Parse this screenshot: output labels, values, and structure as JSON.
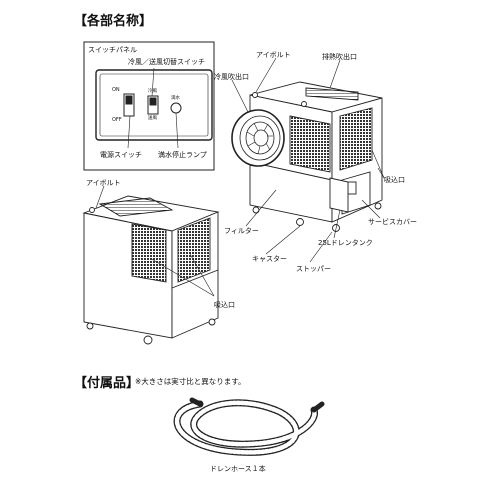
{
  "headings": {
    "parts": "【各部名称】",
    "accessories": "【付属品】",
    "accessories_note": "※大きさは実寸比と異なります。"
  },
  "switch_panel": {
    "title": "スイッチパネル",
    "on": "ON",
    "off": "OFF",
    "sw_cool": "冷風",
    "sw_fan": "送風",
    "lamp_text": "満水"
  },
  "labels": {
    "mode_switch": "冷風／送風切替スイッチ",
    "power_switch": "電源スイッチ",
    "full_lamp": "満水停止ランプ",
    "cool_outlet": "冷風吹出口",
    "eyebolt_right": "アイボルト",
    "exhaust_outlet": "排熱吹出口",
    "intake_right": "吸込口",
    "service_cover": "サービスカバー",
    "filter": "フィルター",
    "drain_tank": "25Lドレンタンク",
    "caster": "キャスター",
    "stopper": "ストッパー",
    "eyebolt_left": "アイボルト",
    "intake_left": "吸込口",
    "drain_hose": "ドレンホース１本"
  }
}
